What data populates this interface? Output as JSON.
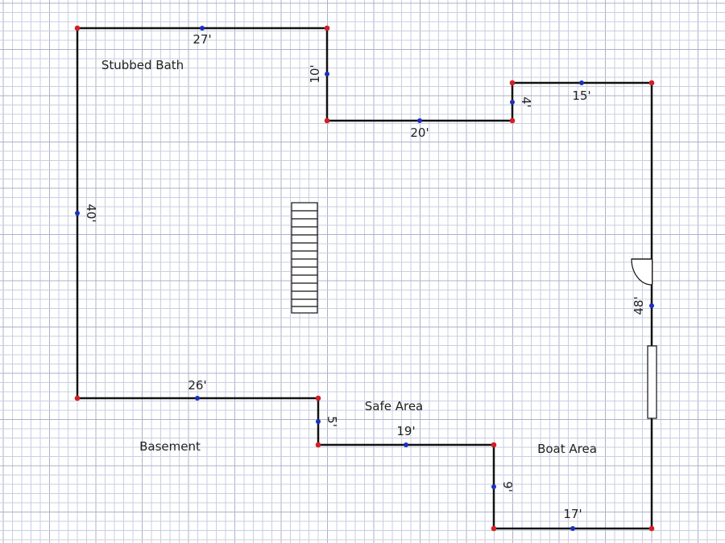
{
  "floor_plan": {
    "rooms": [
      {
        "id": "stubbed-bath",
        "label": "Stubbed Bath"
      },
      {
        "id": "basement",
        "label": "Basement"
      },
      {
        "id": "safe-area",
        "label": "Safe Area"
      },
      {
        "id": "boat-area",
        "label": "Boat Area"
      }
    ],
    "walls": [
      {
        "id": "top-left",
        "length": "27'"
      },
      {
        "id": "bath-step-vertical",
        "length": "10'"
      },
      {
        "id": "middle-top",
        "length": "20'"
      },
      {
        "id": "small-step",
        "length": "4'"
      },
      {
        "id": "top-right",
        "length": "15'"
      },
      {
        "id": "left",
        "length": "40'"
      },
      {
        "id": "right",
        "length": "48'"
      },
      {
        "id": "basement-bottom",
        "length": "26'"
      },
      {
        "id": "safe-step",
        "length": "5'"
      },
      {
        "id": "safe-bottom",
        "length": "19'"
      },
      {
        "id": "boat-step",
        "length": "9'"
      },
      {
        "id": "bottom-right",
        "length": "17'"
      }
    ]
  },
  "colors": {
    "wall": "#111111",
    "corner_point": "#d21f26",
    "midpoint": "#1d2fbf",
    "grid_minor": "#c8cfe0",
    "grid_major": "#a9b3c9"
  }
}
